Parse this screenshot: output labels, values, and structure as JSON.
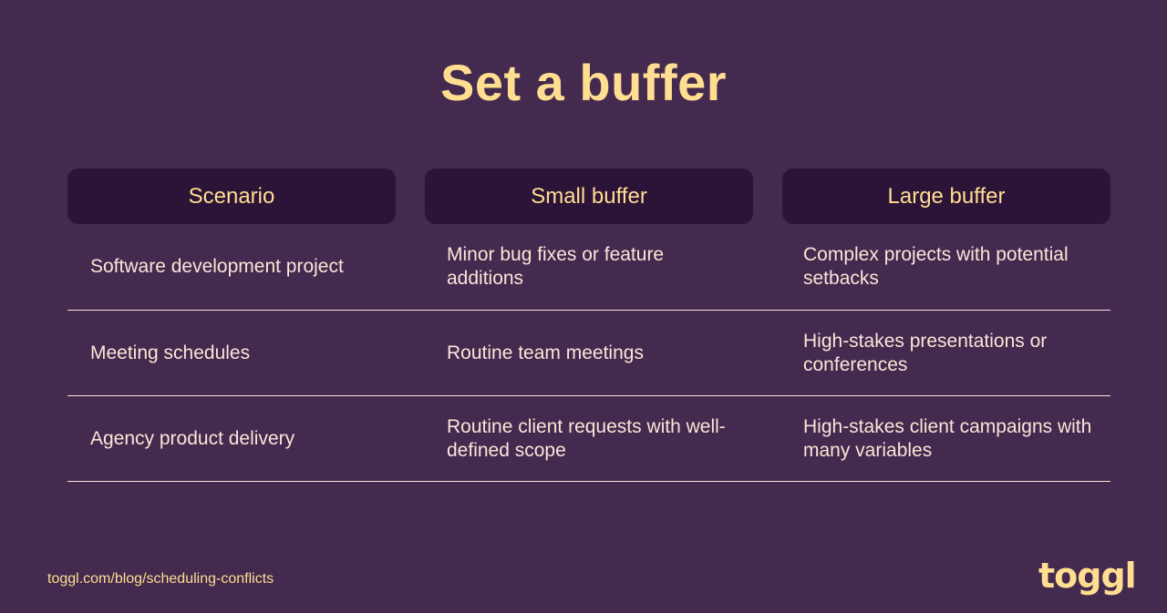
{
  "title": "Set a buffer",
  "table": {
    "headers": [
      "Scenario",
      "Small buffer",
      "Large buffer"
    ],
    "rows": [
      [
        "Software development project",
        "Minor bug fixes or feature additions",
        "Complex projects with potential setbacks"
      ],
      [
        "Meeting schedules",
        "Routine team meetings",
        "High-stakes presentations or conferences"
      ],
      [
        "Agency product delivery",
        "Routine client requests with well-defined scope",
        "High-stakes client campaigns with many variables"
      ]
    ]
  },
  "footer": {
    "url": "toggl.com/blog/scheduling-conflicts",
    "logo": "toggl"
  },
  "colors": {
    "background": "#432A4E",
    "header_bg": "#2C1338",
    "accent": "#FFDE91",
    "text": "#FCE5D8"
  }
}
